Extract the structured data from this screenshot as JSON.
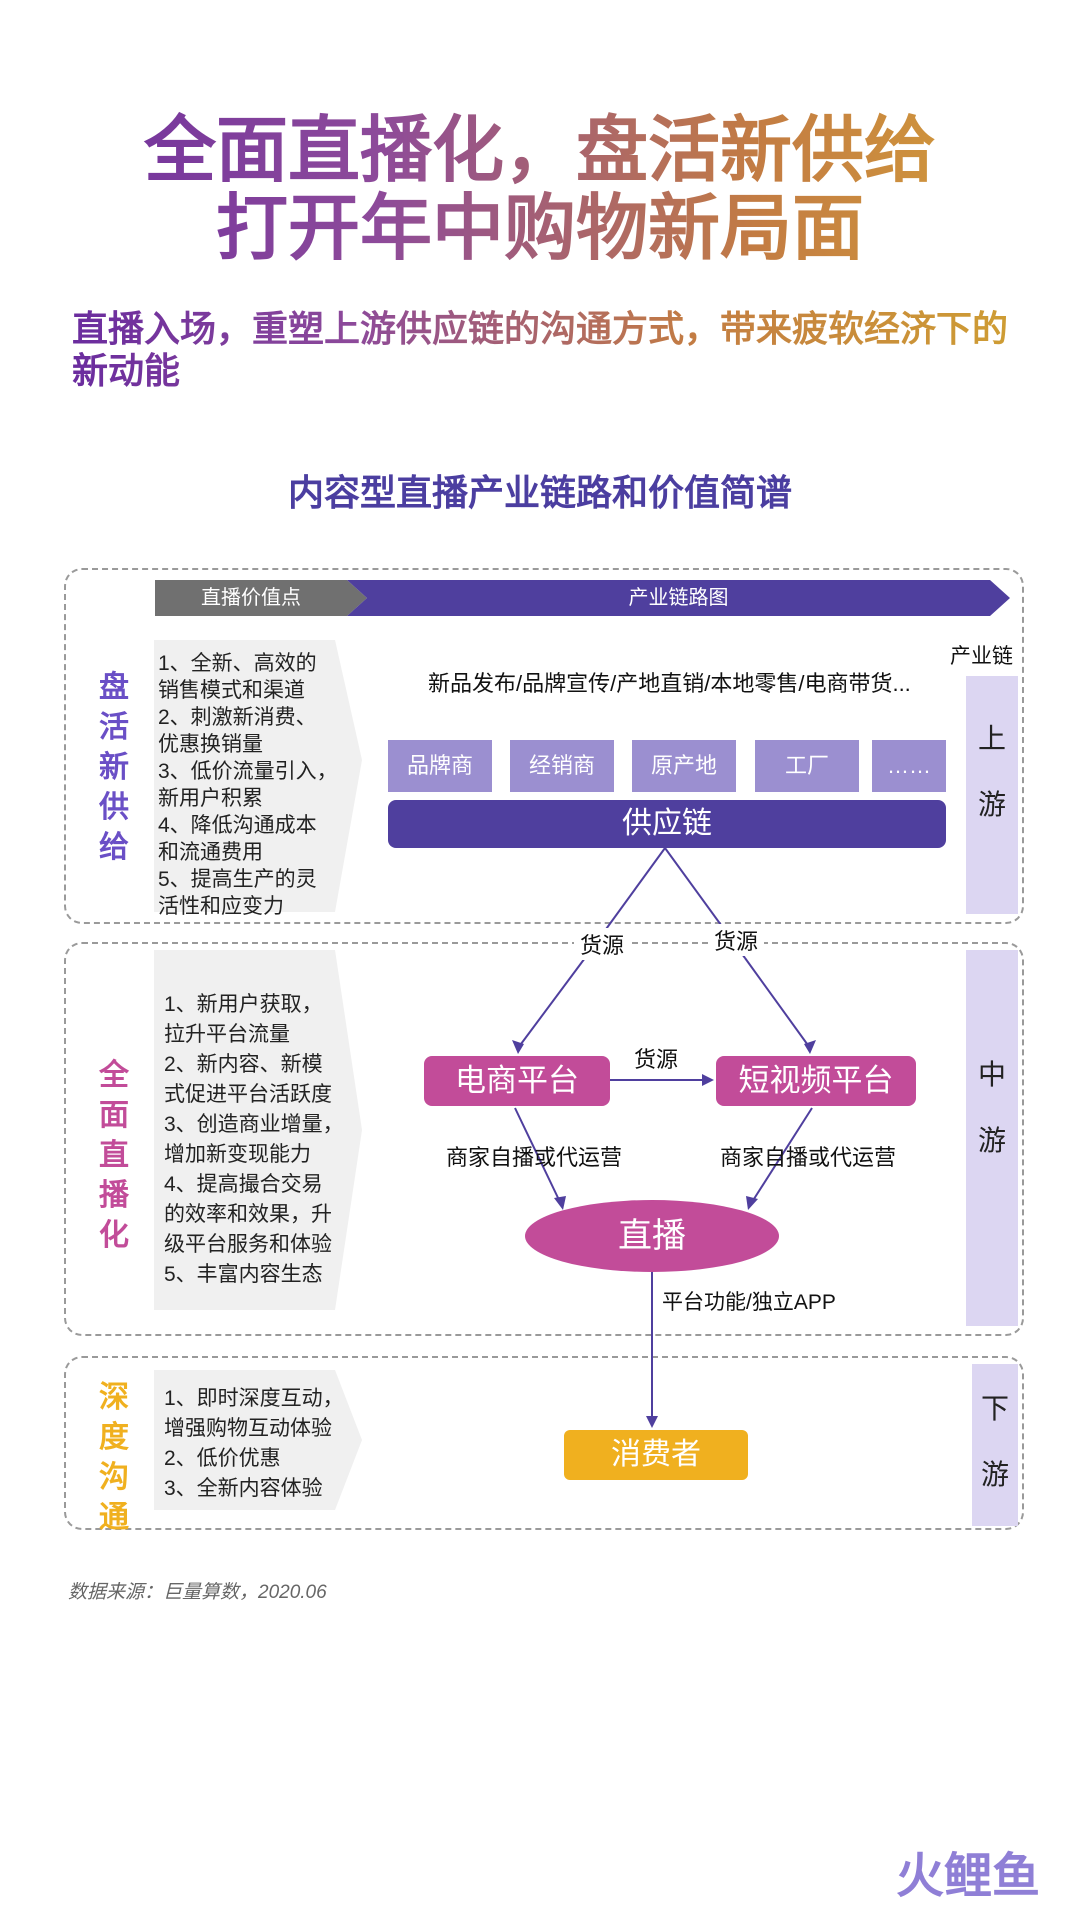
{
  "header": {
    "title_line1": "全面直播化，盘活新供给",
    "title_line2": "打开年中购物新局面",
    "subtitle": "直播入场，重塑上游供应链的沟通方式，带来疲软经济下的新动能"
  },
  "diagram": {
    "title": "内容型直播产业链路和价值简谱",
    "tab_value": "直播价值点",
    "tab_chain": "产业链路图",
    "chain_label": "产业链",
    "upstream": {
      "side_label": "盘活新供给",
      "items": [
        "1、全新、高效的\n销售模式和渠道",
        "2、刺激新消费、\n优惠换销量",
        "3、低价流量引入，\n新用户积累",
        "4、降低沟通成本\n和流通费用",
        "5、提高生产的灵\n活性和应变力"
      ],
      "scene_text": "新品发布/品牌宣传/产地直销/本地零售/电商带货...",
      "chips": [
        "品牌商",
        "经销商",
        "原产地",
        "工厂",
        "……"
      ],
      "supply_chain": "供应链",
      "stream": "上游"
    },
    "midstream": {
      "side_label": "全面直播化",
      "items": [
        "1、新用户获取，\n拉升平台流量",
        "2、新内容、新模\n式促进平台活跃度",
        "3、创造商业增量，\n增加新变现能力",
        "4、提高撮合交易\n的效率和效果，升\n级平台服务和体验",
        "5、丰富内容生态"
      ],
      "source_left": "货源",
      "source_right": "货源",
      "source_mid": "货源",
      "ecommerce": "电商平台",
      "short_video": "短视频平台",
      "merchant_left": "商家自播或代运营",
      "merchant_right": "商家自播或代运营",
      "live": "直播",
      "platform": "平台功能/独立APP",
      "stream": "中游"
    },
    "downstream": {
      "side_label": "深度沟通",
      "items": [
        "1、即时深度互动，\n增强购物互动体验",
        "2、低价优惠",
        "3、全新内容体验"
      ],
      "consumer": "消费者",
      "stream": "下游"
    }
  },
  "footer": {
    "source": "数据来源：巨量算数，2020.06"
  },
  "watermark": "火鲤鱼",
  "colors": {
    "purple": "#4f3f9e",
    "chip": "#9b8fd0",
    "pink": "#c24c99",
    "orange": "#f0b01f",
    "stream_bg": "#dcd6f2"
  }
}
